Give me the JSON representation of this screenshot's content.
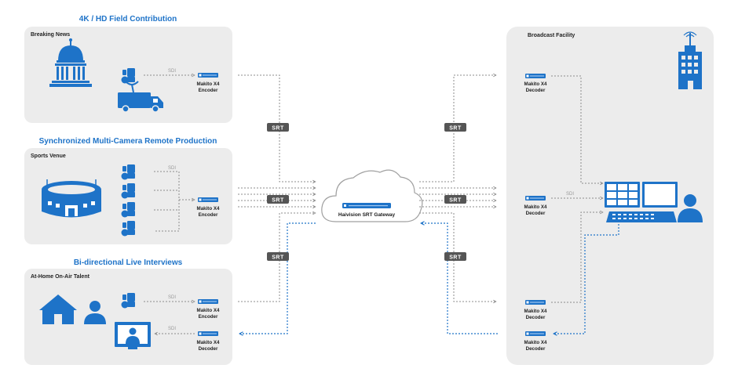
{
  "colors": {
    "accent": "#1e73c8",
    "panel": "#ececec",
    "srt_badge": "#555555",
    "line": "#8c8c8c"
  },
  "sections": {
    "field": {
      "title": "4K / HD Field Contribution",
      "panel_label": "Breaking News"
    },
    "multicam": {
      "title": "Synchronized Multi-Camera Remote Production",
      "panel_label": "Sports Venue"
    },
    "interviews": {
      "title": "Bi-directional Live Interviews",
      "panel_label": "At-Home On-Air Talent"
    },
    "facility": {
      "panel_label": "Broadcast Facility"
    }
  },
  "devices": {
    "enc_field": [
      "Makito X4",
      "Encoder"
    ],
    "enc_multicam": [
      "Makito X4",
      "Encoder"
    ],
    "enc_interview": [
      "Makito X4",
      "Encoder"
    ],
    "dec_interview": [
      "Makito X4",
      "Decoder"
    ],
    "dec_fac_1": [
      "Makito X4",
      "Decoder"
    ],
    "dec_fac_2": [
      "Makito X4",
      "Decoder"
    ],
    "dec_fac_3": [
      "Makito X4",
      "Decoder"
    ],
    "dec_fac_4": [
      "Makito X4",
      "Decoder"
    ]
  },
  "labels": {
    "sdi": "SDI",
    "srt": "SRT",
    "gateway": "Haivision SRT Gateway"
  },
  "icons": [
    "capitol-icon",
    "camera-icon",
    "satellite-truck-icon",
    "stadium-icon",
    "house-icon",
    "person-icon",
    "monitor-talent-icon",
    "office-building-icon",
    "control-room-icon"
  ]
}
